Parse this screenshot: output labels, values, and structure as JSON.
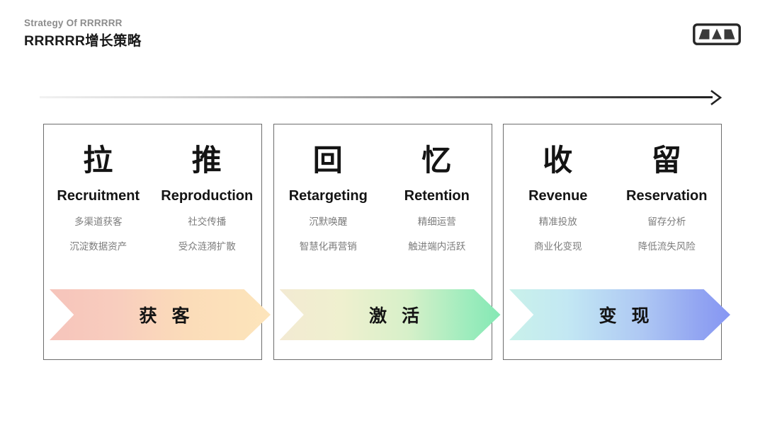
{
  "header": {
    "eyebrow": "Strategy Of RRRRRR",
    "title": "RRRRRR增长策略",
    "logo_name": "mountain-logo"
  },
  "progress": {
    "arrow_name": "progress-arrow",
    "direction": "left-to-right"
  },
  "colors": {
    "card_border": "#6d6d6d",
    "glyph": "#141414",
    "subtitle": "#7c7c7c",
    "eyebrow": "#8c8c8c",
    "banner_1_start": "#f6c4bb",
    "banner_1_end": "#fde5bb",
    "banner_2_start": "#f3ead2",
    "banner_2_end": "#84e8b4",
    "banner_3_start": "#c9f1ea",
    "banner_3_end": "#8696f3"
  },
  "cards": [
    {
      "id": "acquisition",
      "banner_label": "获 客",
      "columns": [
        {
          "glyph": "拉",
          "en_title": "Recruitment",
          "subs": [
            "多渠道获客",
            "沉淀数据资产"
          ]
        },
        {
          "glyph": "推",
          "en_title": "Reproduction",
          "subs": [
            "社交传播",
            "受众涟漪扩散"
          ]
        }
      ]
    },
    {
      "id": "activation",
      "banner_label": "激 活",
      "columns": [
        {
          "glyph": "回",
          "en_title": "Retargeting",
          "subs": [
            "沉默唤醒",
            "智慧化再营销"
          ]
        },
        {
          "glyph": "忆",
          "en_title": "Retention",
          "subs": [
            "精细运营",
            "触进端内活跃"
          ]
        }
      ]
    },
    {
      "id": "monetization",
      "banner_label": "变 现",
      "columns": [
        {
          "glyph": "收",
          "en_title": "Revenue",
          "subs": [
            "精准投放",
            "商业化变现"
          ]
        },
        {
          "glyph": "留",
          "en_title": "Reservation",
          "subs": [
            "留存分析",
            "降低流失风险"
          ]
        }
      ]
    }
  ]
}
